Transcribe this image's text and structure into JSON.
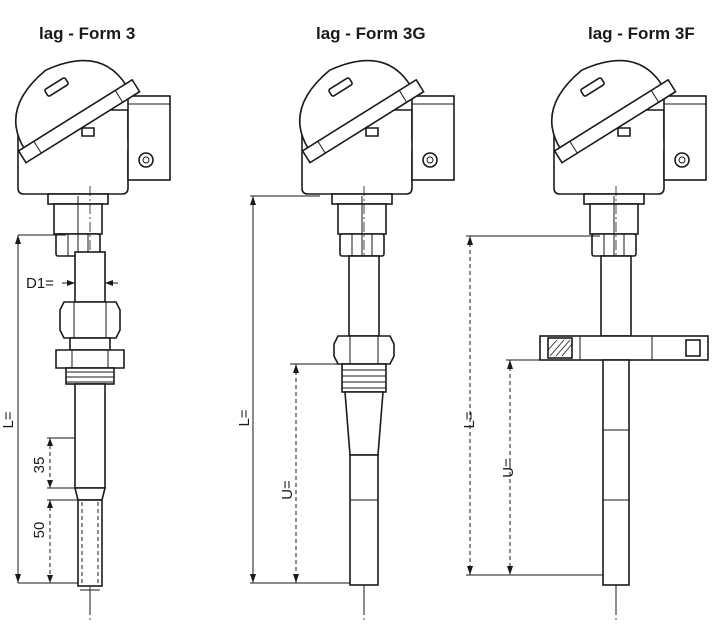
{
  "forms": [
    {
      "title": "lag - Form 3",
      "dims": {
        "L": "L=",
        "D1": "D1=",
        "d35": "35",
        "d50": "50"
      }
    },
    {
      "title": "lag - Form 3G",
      "dims": {
        "L": "L=",
        "U": "U="
      }
    },
    {
      "title": "lag - Form 3F",
      "dims": {
        "L": "L=",
        "U": "U="
      }
    }
  ]
}
